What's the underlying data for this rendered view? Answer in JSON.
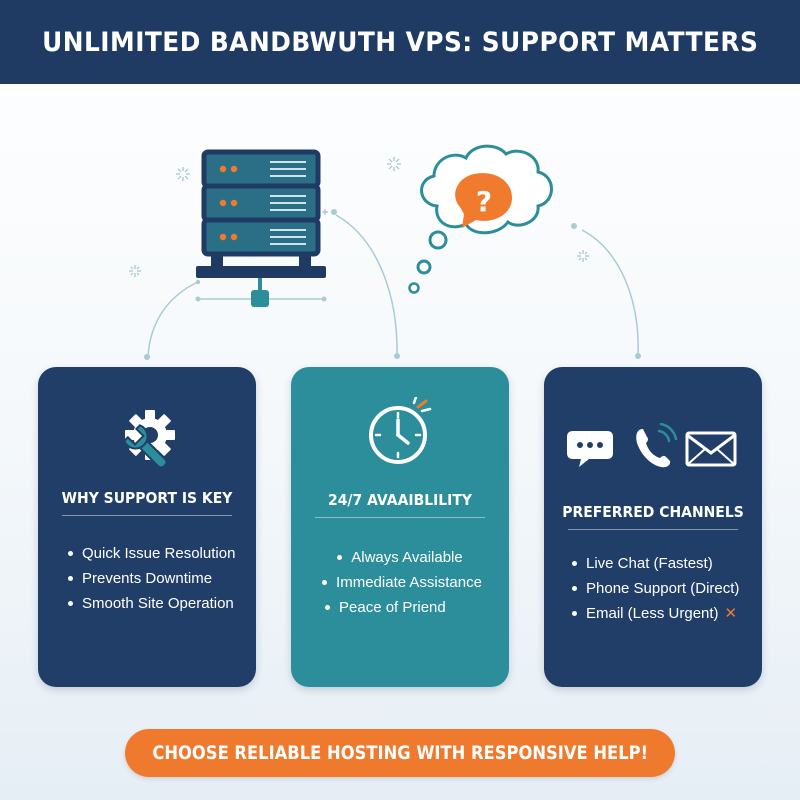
{
  "header": {
    "title": "UNLIMITED BANDBWUTH VPS: SUPPORT MATTERS"
  },
  "colors": {
    "navy": "#1f3a63",
    "card_navy": "#213e68",
    "teal": "#2b8e9a",
    "orange": "#ef7a2d"
  },
  "illustration": {
    "icons": [
      "server-icon",
      "thought-bubble-icon",
      "question-mark-icon"
    ]
  },
  "cards": [
    {
      "icon": "gear-wrench-icon",
      "title": "WHY SUPPORT IS KEY",
      "items": [
        "Quick Issue Resolution",
        "Prevents Downtime",
        "Smooth Site Operation"
      ]
    },
    {
      "icon": "clock-icon",
      "title": "24/7 AVAAIBLILITY",
      "items": [
        "Always Available",
        "Immediate Assistance",
        "Peace of Priend"
      ]
    },
    {
      "icons": [
        "chat-bubble-icon",
        "phone-icon",
        "envelope-icon"
      ],
      "title": "PREFERRED CHANNELS",
      "items": [
        "Live Chat (Fastest)",
        "Phone Support (Direct)",
        "Email (Less Urgent)"
      ],
      "last_item_mark": "✕"
    }
  ],
  "cta": {
    "label": "CHOOSE RELIABLE HOSTING WITH RESPONSIVE HELP!"
  }
}
